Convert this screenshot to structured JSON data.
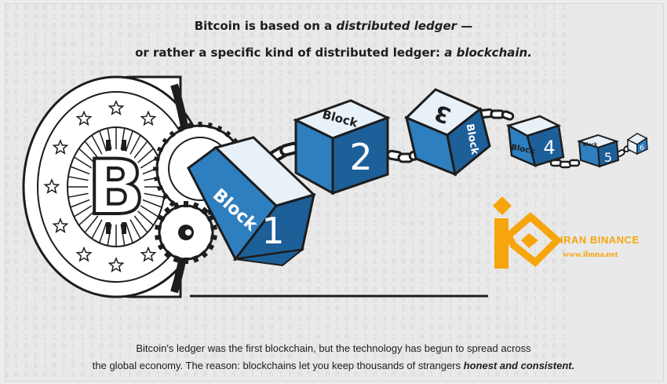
{
  "headline": {
    "line1_prefix": "Bitcoin is based on a ",
    "line1_em": "distributed ledger",
    "line1_suffix": " —",
    "line2_prefix": "or rather a specific kind of distributed ledger: ",
    "line2_em": "a blockchain."
  },
  "blocks": [
    {
      "label": "Block",
      "number": "1"
    },
    {
      "label": "Block",
      "number": "2"
    },
    {
      "label": "Block",
      "number": "3"
    },
    {
      "label": "Block",
      "number": "4"
    },
    {
      "label": "Block",
      "number": "5"
    },
    {
      "label": "",
      "number": "6"
    }
  ],
  "coin": {
    "symbol": "B"
  },
  "logo": {
    "name": "IRAN BINANCE",
    "url": "www.ibnna.net"
  },
  "caption": {
    "line1": "Bitcoin's ledger was the first blockchain, but the technology has begun to spread across",
    "line2_prefix": "the global economy. The reason: blockchains let you keep thousands of strangers ",
    "line2_em": "honest and consistent."
  },
  "colors": {
    "block_blue": "#2e7fc0",
    "block_dark": "#1d5f99",
    "block_light": "#e8f0f8",
    "logo_orange": "#f6a50c"
  }
}
